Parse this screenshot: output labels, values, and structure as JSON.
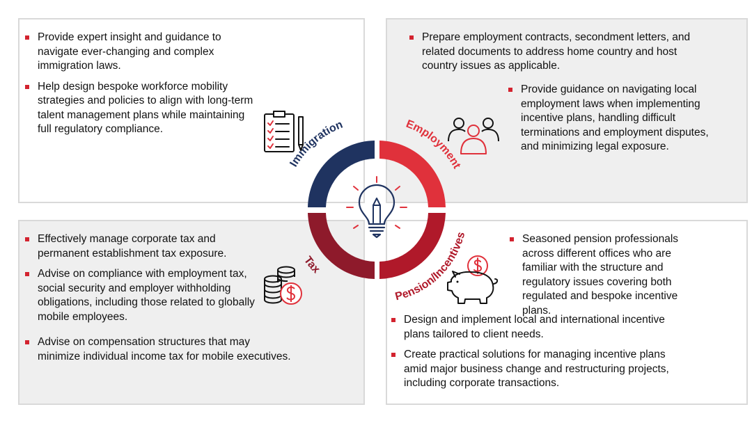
{
  "immigration": {
    "label": "Immigration",
    "bullets": [
      "Provide expert insight and guidance to navigate ever-changing and complex immigration laws.",
      "Help design bespoke workforce mobility strategies and policies to align with long-term talent management plans while maintaining full regulatory compliance."
    ]
  },
  "employment": {
    "label": "Employment",
    "bullets": [
      "Prepare employment contracts, secondment letters, and related documents to address home country and host country issues as applicable.",
      "Provide guidance on navigating local employment laws when implementing incentive plans, handling difficult terminations and employment disputes, and minimizing legal exposure."
    ]
  },
  "tax": {
    "label": "Tax",
    "bullets": [
      "Effectively manage corporate tax and permanent establishment tax exposure.",
      "Advise on compliance with employment tax, social security and employer withholding obligations, including those related to globally mobile employees.",
      "Advise on compensation structures that may minimize individual income tax for mobile executives."
    ]
  },
  "pension": {
    "label": "Pension/Incentives",
    "bullets": [
      "Seasoned pension professionals across different offices who are familiar with the structure and regulatory issues covering both regulated and bespoke incentive plans.",
      "Design and implement local and international incentive plans tailored to client needs.",
      "Create practical solutions for managing incentive plans amid major business change and restructuring projects, including corporate transactions."
    ]
  },
  "colors": {
    "navy": "#1f3360",
    "red": "#e0313b",
    "dark_red": "#8e1a2b",
    "crimson": "#b0192a",
    "bullet": "#d3232f"
  },
  "icons": {
    "immigration": "clipboard-checklist-icon",
    "employment": "people-group-icon",
    "center": "lightbulb-pencil-icon",
    "tax": "coins-dollar-icon",
    "pension": "piggy-bank-dollar-icon"
  }
}
